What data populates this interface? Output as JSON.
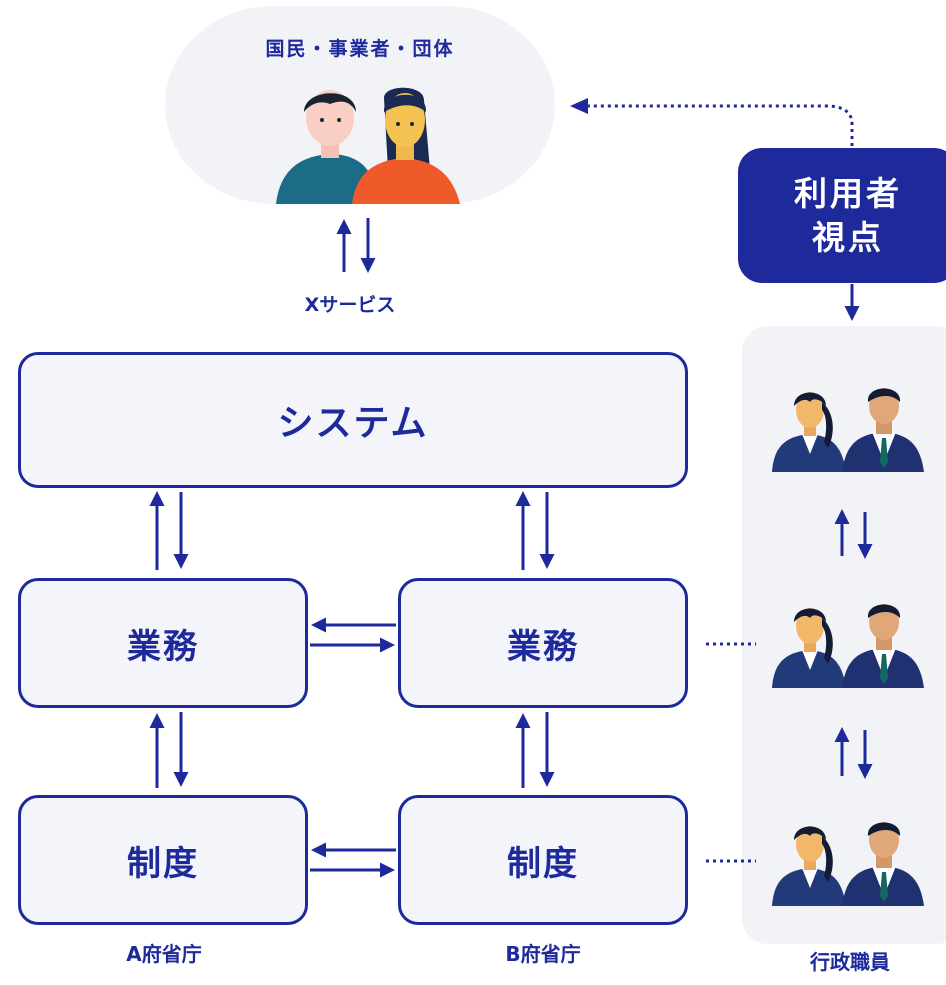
{
  "citizens": {
    "label": "国民・事業者・団体",
    "service_label": "Xサービス"
  },
  "viewpoint": {
    "line1": "利用者",
    "line2": "視点"
  },
  "system": {
    "label": "システム"
  },
  "ministry_a": {
    "business": "業務",
    "institution": "制度",
    "label": "A府省庁"
  },
  "ministry_b": {
    "business": "業務",
    "institution": "制度",
    "label": "B府省庁"
  },
  "staff": {
    "label": "行政職員"
  },
  "colors": {
    "navy": "#1e2a9c",
    "box_fill": "#f4f5fb",
    "panel": "#f2f3f7",
    "person_teal": "#1c6b87",
    "person_orange": "#f05a2a",
    "staff_suit": "#233a7a"
  }
}
